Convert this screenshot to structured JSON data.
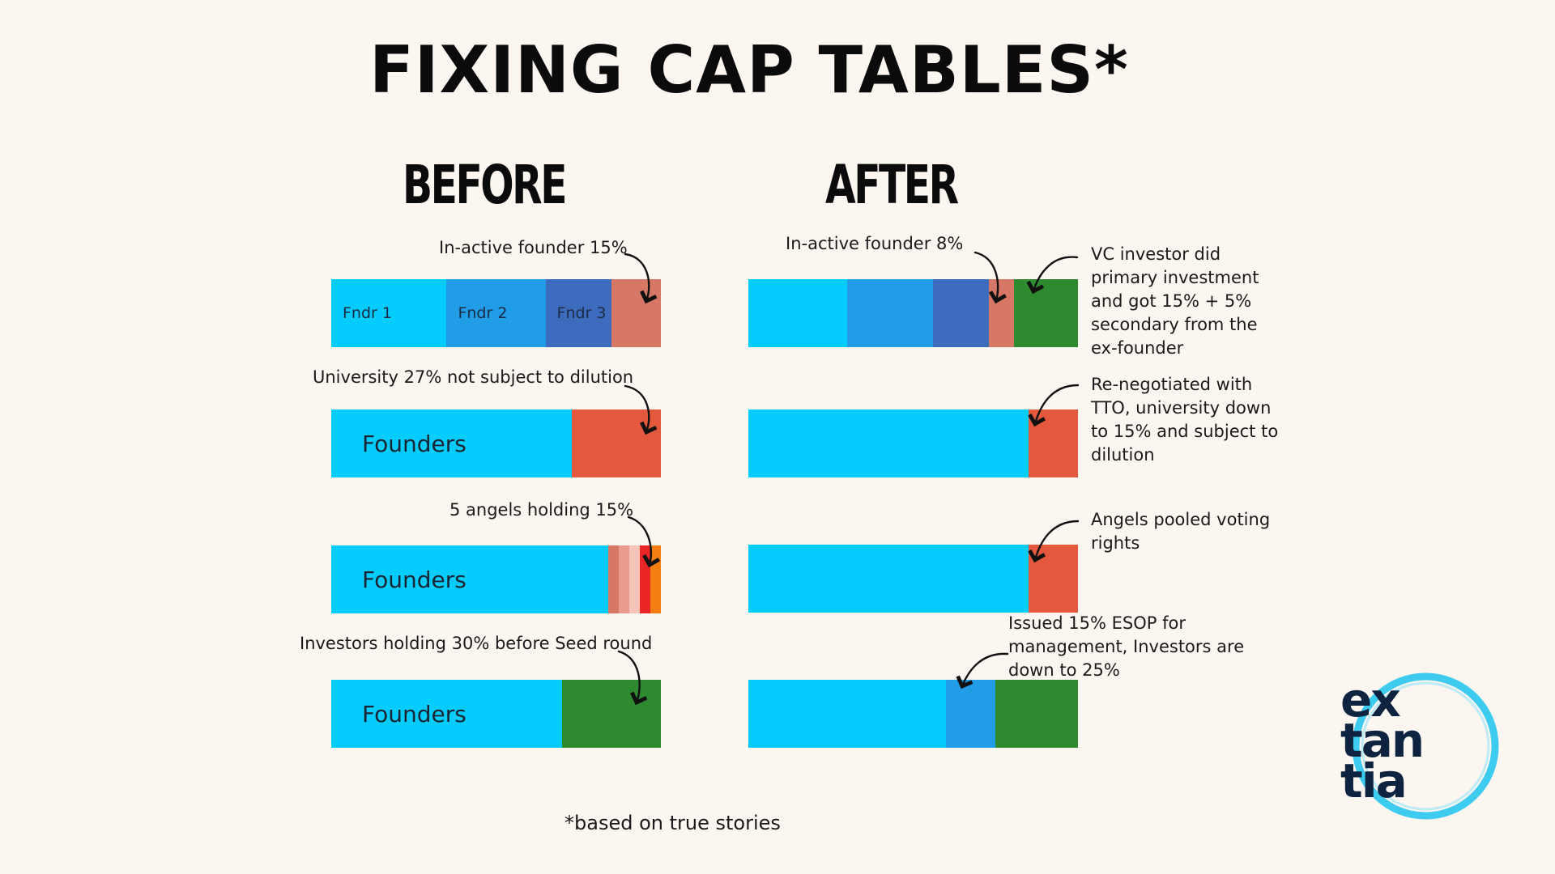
{
  "title": "FIXING CAP TABLES*",
  "before_heading": "BEFORE",
  "after_heading": "AFTER",
  "footnote": "*based on true stories",
  "logo": {
    "lines": [
      "ex",
      "tan",
      "tia"
    ]
  },
  "colors": {
    "founder_light": "#04cdfd",
    "founder_mid": "#219ce6",
    "founder_dark": "#3d6cbf",
    "inactive_founder": "#d77866",
    "university": "#e4593d",
    "investors": "#2e8a2e",
    "angel_1": "#d77866",
    "angel_2": "#e89b8c",
    "angel_3": "#f5c3b8",
    "angel_4": "#ea2525",
    "angel_5": "#f37f12",
    "background": "#fcf6f1"
  },
  "before": {
    "row1": {
      "label": "In-active founder 15%",
      "segments": [
        {
          "name": "Fndr 1",
          "share": 35,
          "color": "#04cdfd"
        },
        {
          "name": "Fndr 2",
          "share": 30,
          "color": "#219ce6"
        },
        {
          "name": "Fndr 3",
          "share": 20,
          "color": "#3d6cbf"
        },
        {
          "name": "",
          "share": 15,
          "color": "#d77866"
        }
      ]
    },
    "row2": {
      "label": "University 27% not subject to dilution",
      "segments": [
        {
          "name": "Founders",
          "share": 73,
          "color": "#04cdfd"
        },
        {
          "name": "",
          "share": 27,
          "color": "#e4593d"
        }
      ]
    },
    "row3": {
      "label": "5 angels holding 15%",
      "segments": [
        {
          "name": "Founders",
          "share": 84,
          "color": "#04cdfd"
        },
        {
          "name": "",
          "share": 3.2,
          "color": "#d77866"
        },
        {
          "name": "",
          "share": 3.2,
          "color": "#e89b8c"
        },
        {
          "name": "",
          "share": 3.2,
          "color": "#f5c3b8"
        },
        {
          "name": "",
          "share": 3.2,
          "color": "#ea2525"
        },
        {
          "name": "",
          "share": 3.2,
          "color": "#f37f12"
        }
      ]
    },
    "row4": {
      "label": "Investors holding 30% before Seed round",
      "segments": [
        {
          "name": "Founders",
          "share": 70,
          "color": "#04cdfd"
        },
        {
          "name": "",
          "share": 30,
          "color": "#2e8a2e"
        }
      ]
    }
  },
  "after": {
    "row1": {
      "label": "In-active founder 8%",
      "note": [
        "VC investor did",
        "primary investment",
        "and got 15% + 5%",
        "secondary from the",
        "ex-founder"
      ],
      "segments": [
        {
          "name": "",
          "share": 30,
          "color": "#04cdfd"
        },
        {
          "name": "",
          "share": 26,
          "color": "#219ce6"
        },
        {
          "name": "",
          "share": 17,
          "color": "#3d6cbf"
        },
        {
          "name": "",
          "share": 7.5,
          "color": "#d77866"
        },
        {
          "name": "",
          "share": 19.5,
          "color": "#2e8a2e"
        }
      ]
    },
    "row2": {
      "note": [
        "Re-negotiated with",
        "TTO, university down",
        "to 15% and subject to",
        "dilution"
      ],
      "segments": [
        {
          "name": "",
          "share": 85,
          "color": "#04cdfd"
        },
        {
          "name": "",
          "share": 15,
          "color": "#e4593d"
        }
      ]
    },
    "row3": {
      "note": [
        "Angels pooled voting",
        "rights"
      ],
      "segments": [
        {
          "name": "",
          "share": 85,
          "color": "#04cdfd"
        },
        {
          "name": "",
          "share": 15,
          "color": "#e4593d"
        }
      ]
    },
    "row4": {
      "note": [
        "Issued 15% ESOP for",
        "management, Investors are",
        "down to 25%"
      ],
      "segments": [
        {
          "name": "",
          "share": 60,
          "color": "#04cdfd"
        },
        {
          "name": "",
          "share": 15,
          "color": "#219ce6"
        },
        {
          "name": "",
          "share": 25,
          "color": "#2e8a2e"
        }
      ]
    }
  }
}
